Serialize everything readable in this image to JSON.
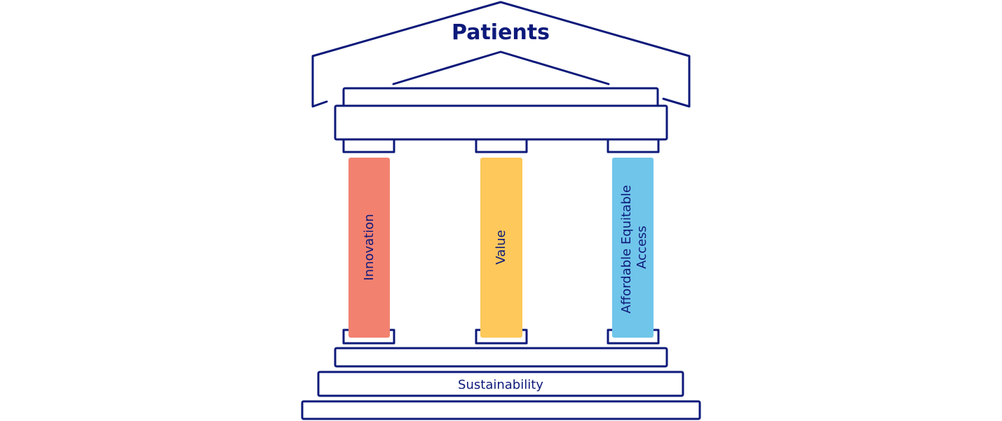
{
  "title": "Patients",
  "pillars": [
    {
      "lines": [
        "Innovation"
      ],
      "color": "#f28170"
    },
    {
      "lines": [
        "Value"
      ],
      "color": "#fec85a"
    },
    {
      "lines": [
        "Affordable Equitable",
        "Access"
      ],
      "color": "#70c5ea"
    }
  ],
  "foundation": "Sustainability",
  "colors": {
    "outline": "#0d1a7a",
    "background": "#ffffff"
  }
}
